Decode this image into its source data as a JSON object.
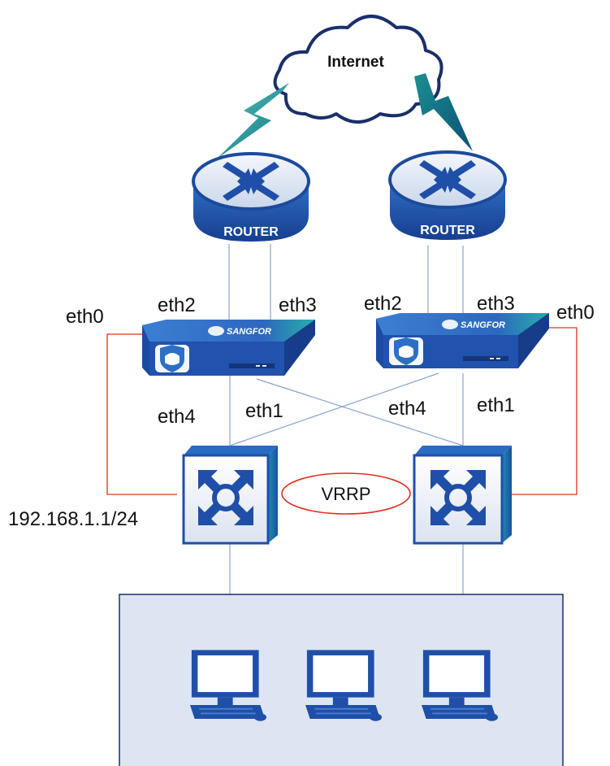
{
  "internet": {
    "label": "Internet"
  },
  "routers": [
    {
      "label": "ROUTER"
    },
    {
      "label": "ROUTER"
    }
  ],
  "firewalls": [
    {
      "brand": "SANGFOR",
      "ports": {
        "eth0": "eth0",
        "eth1": "eth1",
        "eth2": "eth2",
        "eth3": "eth3",
        "eth4": "eth4"
      }
    },
    {
      "brand": "SANGFOR",
      "ports": {
        "eth0": "eth0",
        "eth1": "eth1",
        "eth2": "eth2",
        "eth3": "eth3",
        "eth4": "eth4"
      }
    }
  ],
  "switches": {
    "left_ip": "192.168.1.1/24",
    "protocol": "VRRP"
  },
  "colors": {
    "device_blue": "#1f4fa8",
    "device_light": "#3a8fd6",
    "link_blue": "#8aa4cc",
    "link_red": "#e0301e",
    "lightning_dark": "#0d7a86",
    "lightning_light": "#52c4b8",
    "lan_fill": "#dde5f3",
    "lan_border": "#1a2f6b"
  },
  "icons": [
    "cloud-icon",
    "router-icon",
    "firewall-icon",
    "switch-icon",
    "computer-icon",
    "lightning-icon"
  ]
}
